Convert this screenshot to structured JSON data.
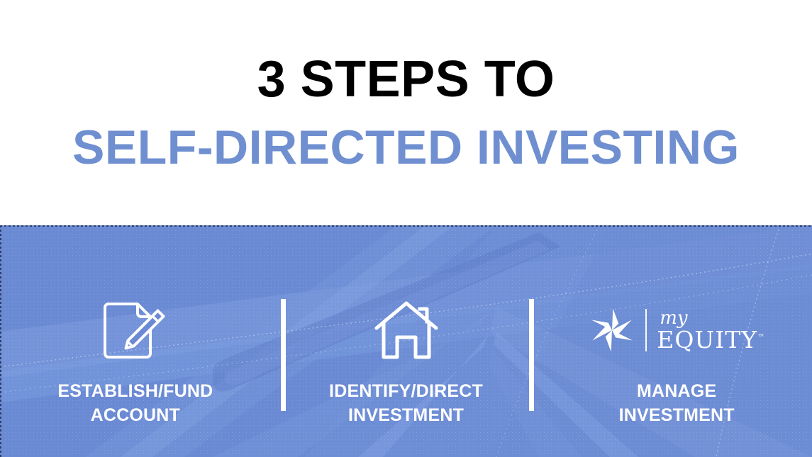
{
  "slide": {
    "title_main": "3 STEPS TO",
    "title_sub": "SELF-DIRECTED INVESTING",
    "title_main_color": "#000000",
    "title_sub_color": "#6f8fd0",
    "banner_color": "#6a8ad4",
    "accent_white": "#ffffff"
  },
  "steps": [
    {
      "icon": "document-pencil-icon",
      "label": "ESTABLISH/FUND\nACCOUNT"
    },
    {
      "icon": "house-icon",
      "label": "IDENTIFY/DIRECT\nINVESTMENT"
    },
    {
      "icon": "myequity-logo",
      "label": "MANAGE\nINVESTMENT"
    }
  ],
  "logo": {
    "star": "pinwheel-star-icon",
    "word_my": "my",
    "word_equity": "EQUITY",
    "trademark": "™"
  }
}
